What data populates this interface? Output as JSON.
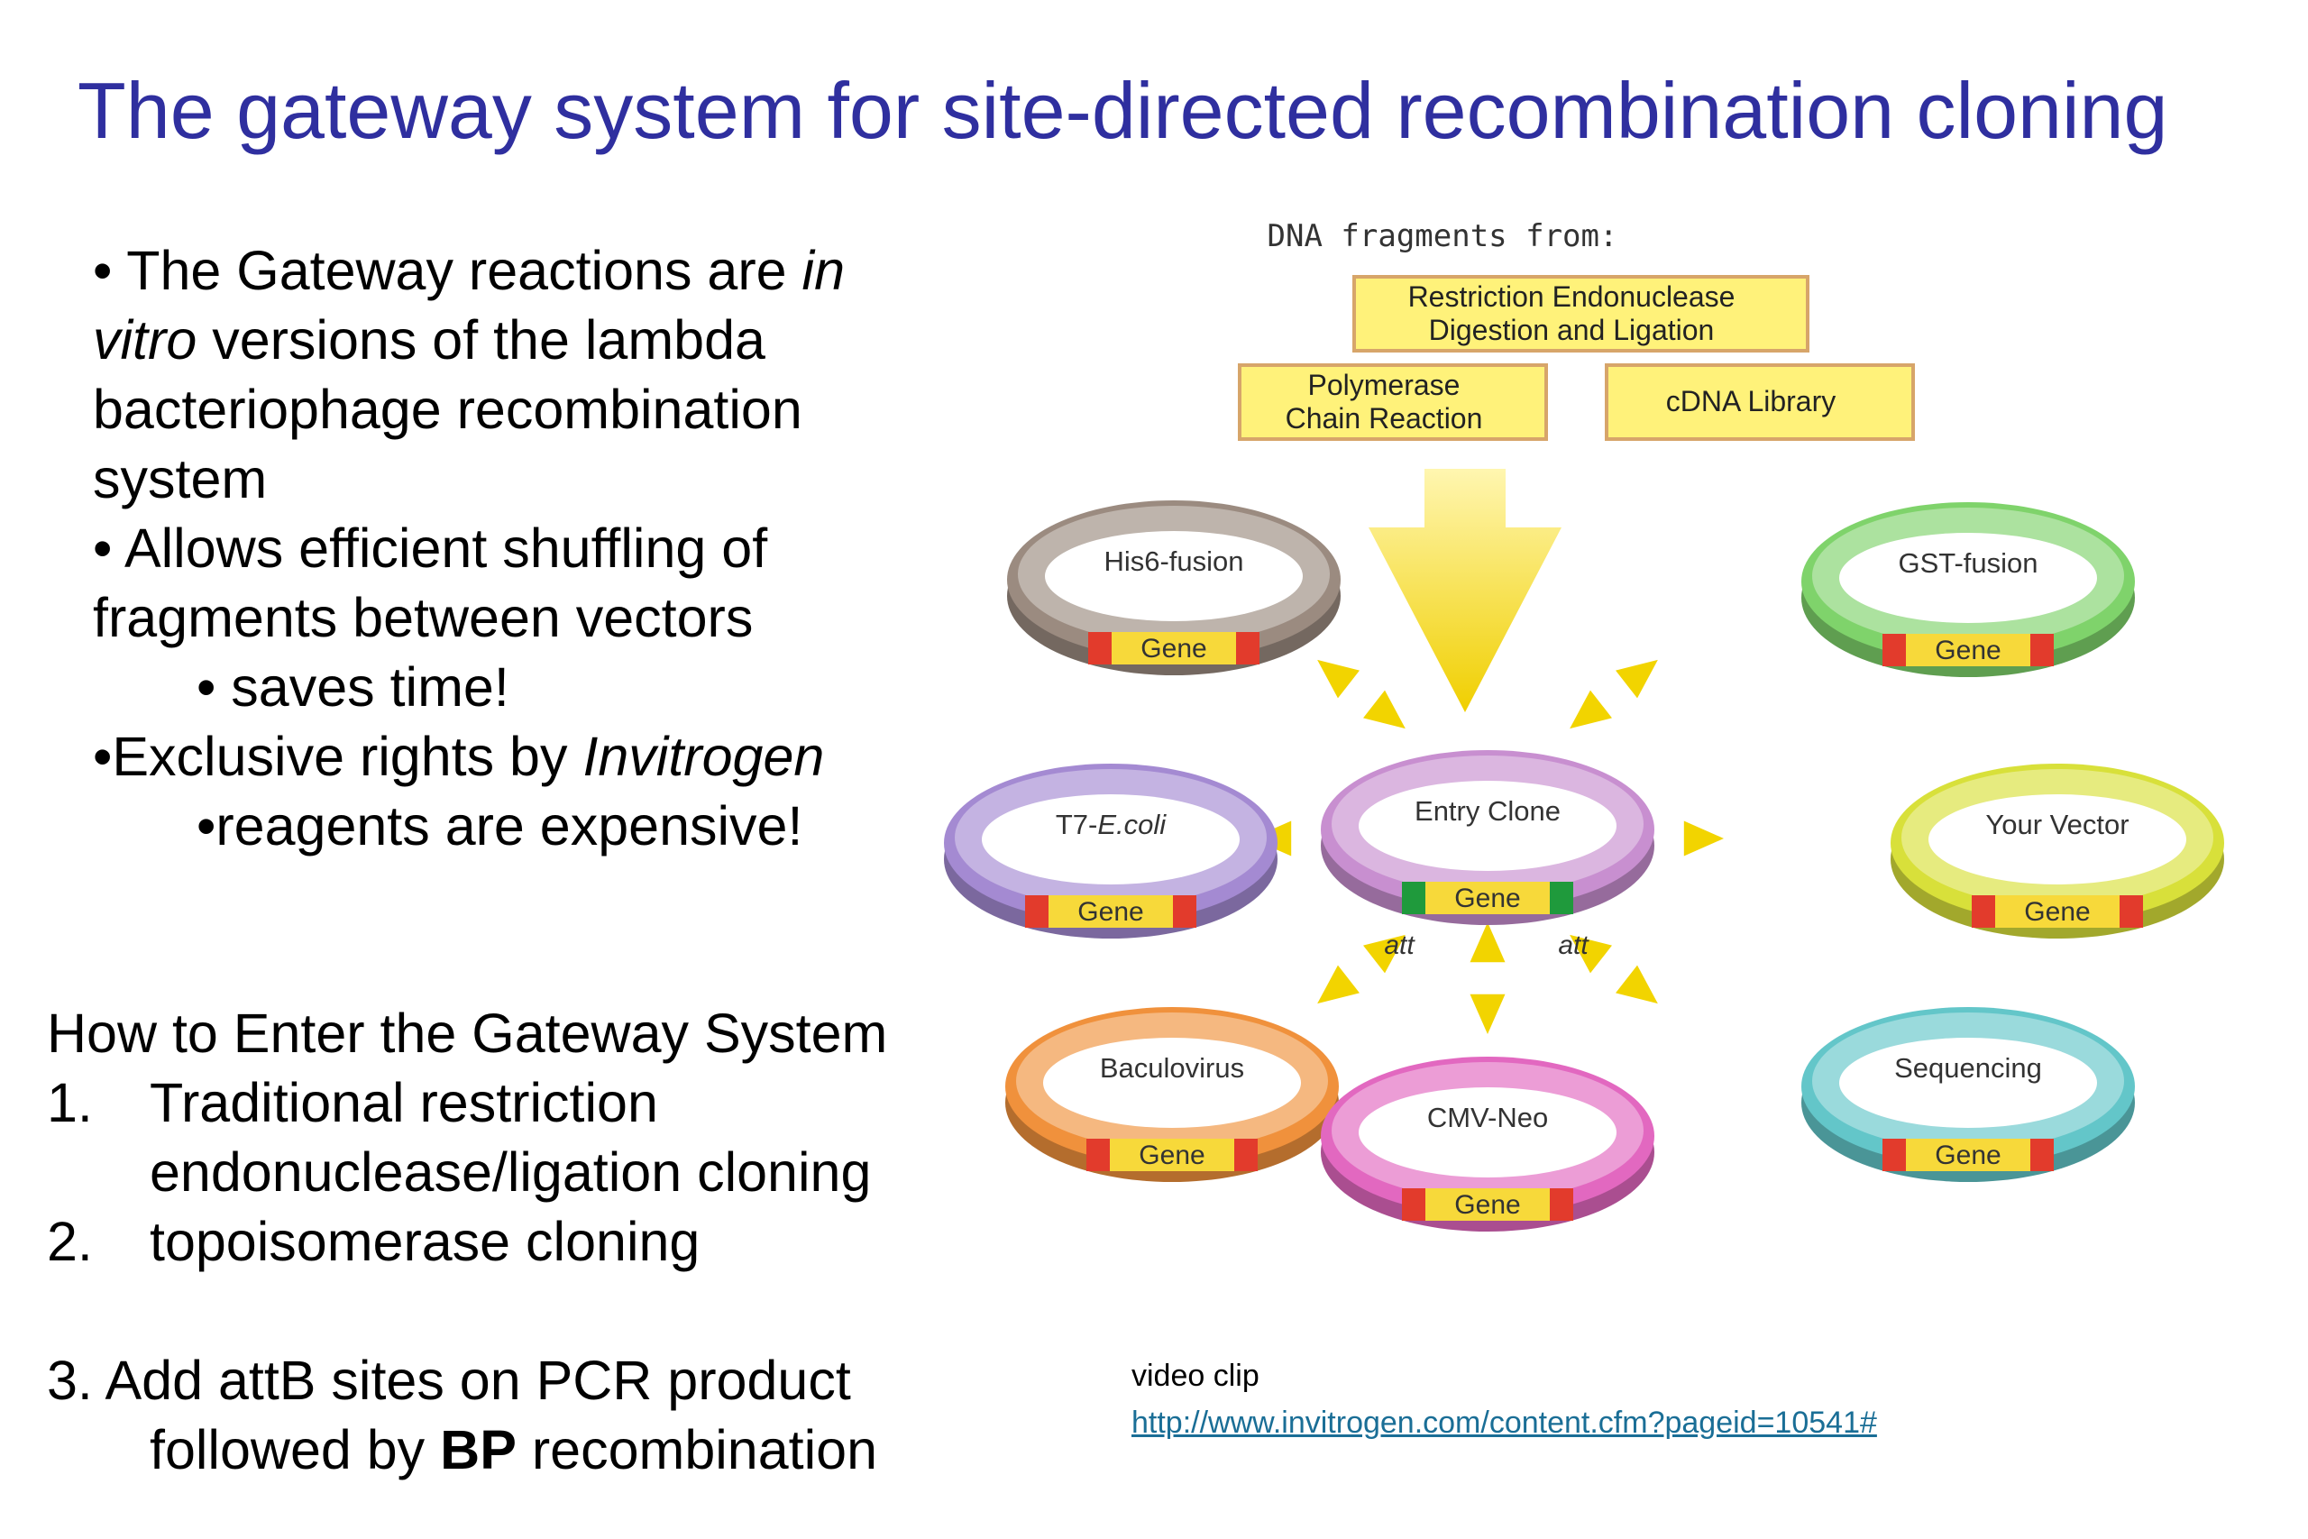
{
  "title": "The gateway system for site-directed recombination cloning",
  "bullets": {
    "b1_a": "• The Gateway reactions are ",
    "b1_em": "in",
    "b1_em2": "vitro",
    "b1_b": " versions of the lambda",
    "b1_c": "bacteriophage recombination",
    "b1_d": "system",
    "b2_a": "• Allows efficient shuffling of",
    "b2_b": "fragments between vectors",
    "b2_sub": "• saves time!",
    "b3_a": "•Exclusive rights by ",
    "b3_em": "Invitrogen",
    "b3_sub": "•reagents are expensive!"
  },
  "howto": {
    "heading": "How to Enter the Gateway System",
    "item1_num": "1.",
    "item1_a": "Traditional restriction",
    "item1_b": "endonuclease/ligation cloning",
    "item2_num": "2.",
    "item2": " topoisomerase cloning",
    "item3_a": "3. Add attB sites on PCR product",
    "item3_b_pre": "followed by  ",
    "item3_b_bold": "BP",
    "item3_b_post": " recombination"
  },
  "video": {
    "label": "video clip",
    "link": "http://www.invitrogen.com/content.cfm?pageid=10541#"
  },
  "diagram": {
    "sources_heading": "DNA fragments from:",
    "source_top_1": "Restriction Endonuclease",
    "source_top_2": "Digestion and Ligation",
    "source_left_1": "Polymerase",
    "source_left_2": "Chain Reaction",
    "source_right": "cDNA Library",
    "gene_label": "Gene",
    "att_label": "att",
    "center_ring": "Entry Clone",
    "rings": {
      "his6": "His6-fusion",
      "gst": "GST-fusion",
      "t7_a": "T7-",
      "t7_b": "E.coli",
      "yourvector": "Your Vector",
      "baculo": "Baculovirus",
      "cmv": "CMV-Neo",
      "seq": "Sequencing"
    },
    "colors": {
      "box_fill": "#fff27a",
      "box_stroke": "#d7a56a",
      "arrow": "#f2d400",
      "entry": "#c88fd0",
      "his6": "#9b8b80",
      "gst": "#7fd36b",
      "t7": "#a48ad2",
      "yourvector": "#d8e03a",
      "baculo": "#f0913c",
      "cmv": "#e268c0",
      "seq": "#63c6c9",
      "gene_band": "#f7d93a",
      "gene_edge": "#e23b2c",
      "att_green": "#1f9a3c"
    }
  }
}
